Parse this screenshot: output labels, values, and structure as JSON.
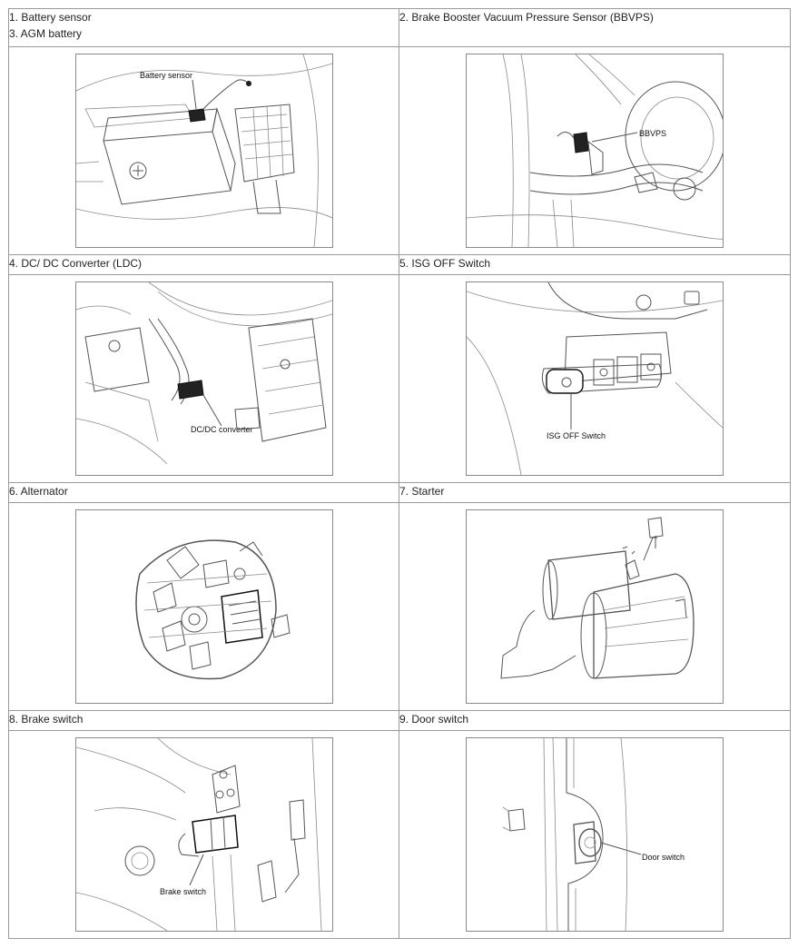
{
  "cells": {
    "c1": {
      "title_line1": "1. Battery sensor",
      "title_line2": "3. AGM battery",
      "callout": "Battery sensor"
    },
    "c2": {
      "title": "2. Brake Booster Vacuum Pressure Sensor (BBVPS)",
      "callout": "BBVPS"
    },
    "c4": {
      "title": "4. DC/ DC Converter (LDC)",
      "callout": "DC/DC converter"
    },
    "c5": {
      "title": "5. ISG OFF Switch",
      "callout": "ISG OFF Switch"
    },
    "c6": {
      "title": "6. Alternator"
    },
    "c7": {
      "title": "7. Starter"
    },
    "c8": {
      "title": "8. Brake switch",
      "callout": "Brake switch"
    },
    "c9": {
      "title": "9. Door switch",
      "callout": "Door switch"
    }
  }
}
